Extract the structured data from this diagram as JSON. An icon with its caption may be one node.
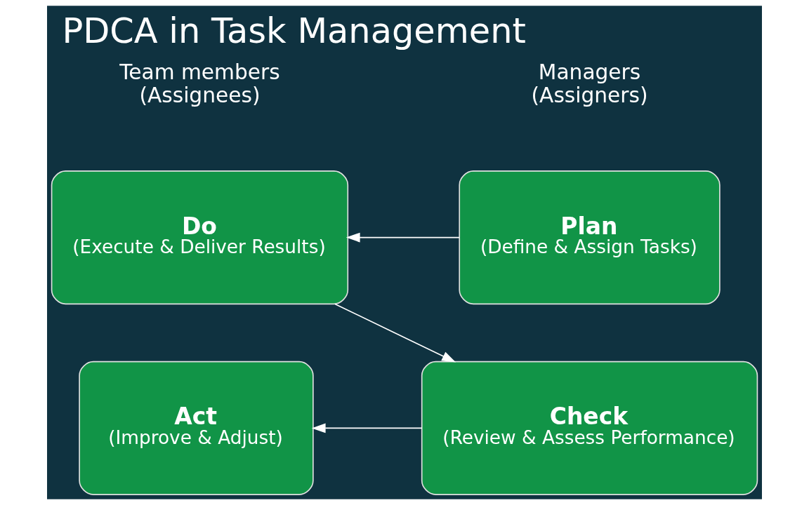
{
  "diagram": {
    "title": "PDCA in Task Management",
    "nodes": [
      {
        "text": [
          "Plan",
          "(Define & Assign Tasks)"
        ]
      },
      {
        "text": [
          "Do",
          "(Execute & Deliver Results)"
        ]
      },
      {
        "text": [
          "Check",
          "(Review & Assess Performance)"
        ]
      },
      {
        "text": [
          "Act",
          "(Improve & Adjust)"
        ]
      }
    ],
    "edges": [
      {
        "from": 0,
        "to": 1,
        "arrow": "to"
      },
      {
        "from": 1,
        "to": 2,
        "arrow": "to"
      },
      {
        "from": 2,
        "to": 3,
        "arrow": "to"
      }
    ],
    "labels": [
      "Managers (Assigners)",
      "Team members (Assignees)"
    ]
  }
}
